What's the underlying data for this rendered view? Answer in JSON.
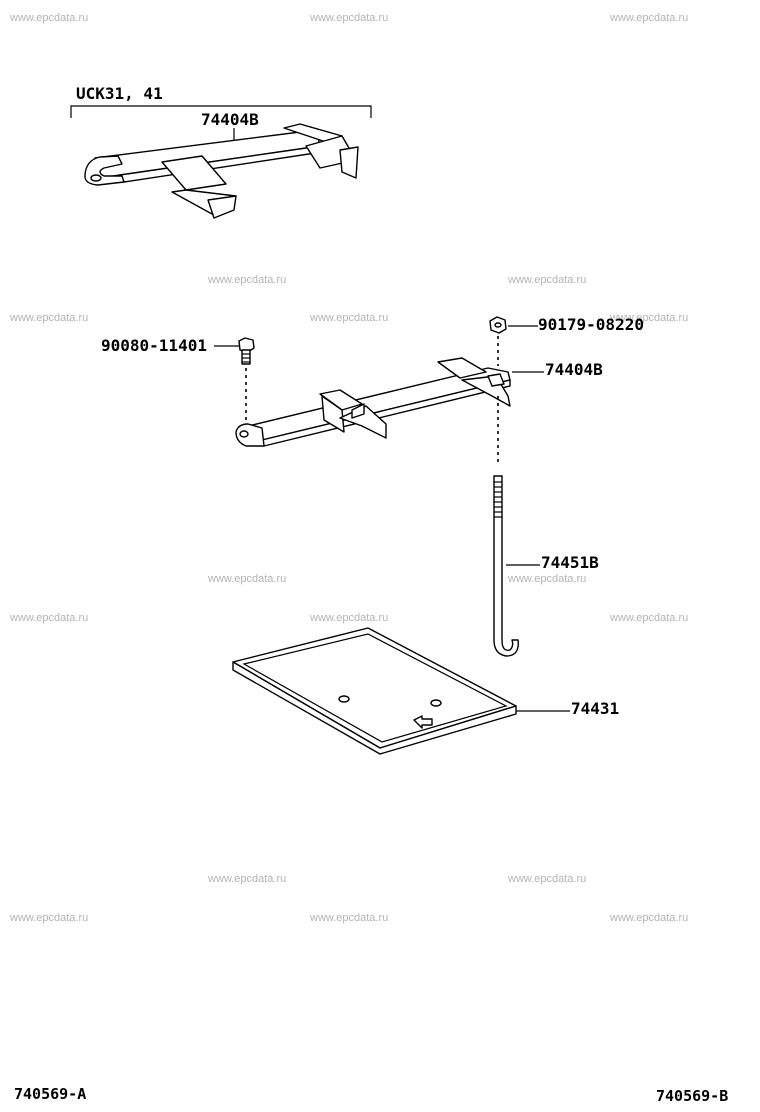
{
  "watermarks": [
    "www.epcdata.ru"
  ],
  "group_label": "UCK31, 41",
  "parts": {
    "bracket_top": "74404B",
    "bolt": "90080-11401",
    "nut": "90179-08220",
    "bracket_main": "74404B",
    "rod": "74451B",
    "tray": "74431"
  },
  "footer": {
    "left_code": "740569-A",
    "right_code": "740569-B"
  }
}
